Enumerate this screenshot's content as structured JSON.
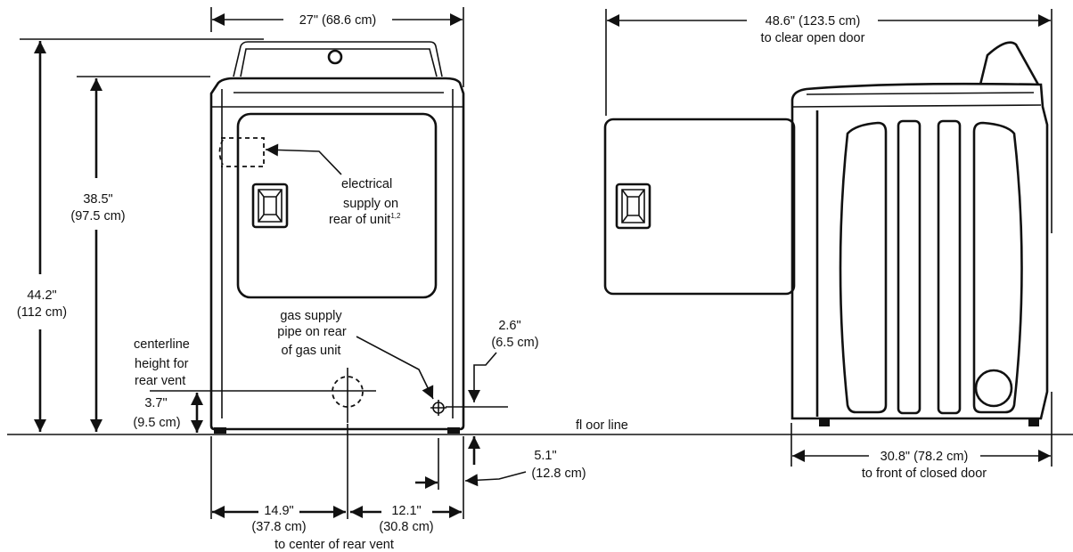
{
  "front_view": {
    "width": "27\" (68.6 cm)",
    "height_total": [
      "44.2\"",
      "(112 cm)"
    ],
    "height_body": [
      "38.5\"",
      "(97.5 cm)"
    ],
    "electrical_label": [
      "electrical",
      "supply on",
      "rear of unit"
    ],
    "electrical_superscript": "1,2",
    "gas_label": [
      "gas supply",
      "pipe on rear",
      "of gas unit"
    ],
    "vent_label": [
      "centerline",
      "height for",
      "rear vent"
    ],
    "vent_height": [
      "3.7\"",
      "(9.5 cm)"
    ],
    "gas_height": [
      "2.6\"",
      "(6.5 cm)"
    ],
    "gas_offset": [
      "5.1\"",
      "(12.8 cm)"
    ],
    "vent_left": [
      "14.9\"",
      "(37.8 cm)"
    ],
    "vent_right": [
      "12.1\"",
      "(30.8 cm)"
    ],
    "vent_note": "to center of rear vent"
  },
  "floor_label": "fl oor line",
  "side_view": {
    "open_door_depth": [
      "48.6\" (123.5 cm)",
      "to clear open door"
    ],
    "closed_door_depth": [
      "30.8\" (78.2 cm)",
      "to front of closed door"
    ]
  }
}
